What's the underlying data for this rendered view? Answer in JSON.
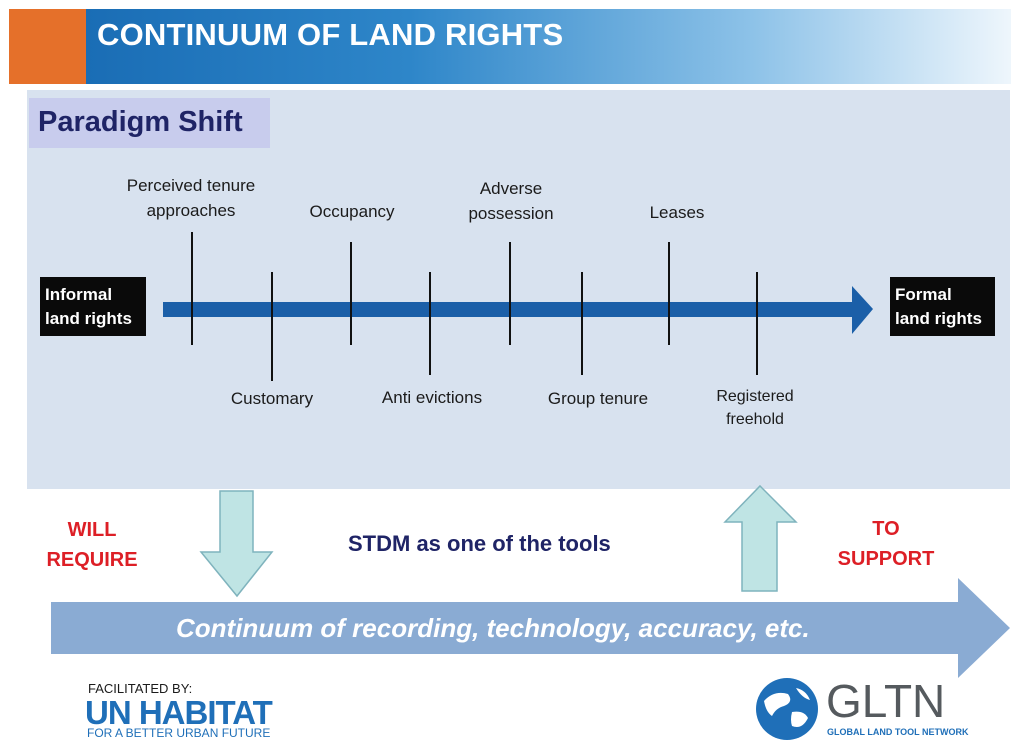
{
  "header": {
    "title": "CONTINUUM OF LAND RIGHTS"
  },
  "panel": {
    "heading": "Paradigm Shift"
  },
  "continuum": {
    "start": [
      "Informal",
      "land rights"
    ],
    "end": [
      "Formal",
      "land rights"
    ],
    "above_labels": [
      [
        "Perceived tenure",
        "approaches"
      ],
      [
        "Occupancy"
      ],
      [
        "Adverse",
        "possession"
      ],
      [
        "Leases"
      ]
    ],
    "below_labels": [
      [
        "Customary"
      ],
      [
        "Anti evictions"
      ],
      [
        "Group tenure"
      ],
      [
        "Registered",
        "freehold"
      ]
    ]
  },
  "bottom": {
    "left_note": [
      "WILL",
      "REQUIRE"
    ],
    "right_note": [
      "TO",
      "SUPPORT"
    ],
    "center_note": "STDM as one of the  tools",
    "band_text": "Continuum of recording, technology, accuracy, etc."
  },
  "footer": {
    "facilitated_label": "FACILITATED BY:",
    "left_logo_text": "UN HABITAT",
    "left_logo_tagline": "FOR A BETTER URBAN FUTURE",
    "right_logo_text": "GLTN",
    "right_logo_tagline": "GLOBAL LAND TOOL NETWORK"
  },
  "colors": {
    "title_bar": "#1a6db5",
    "accent_orange": "#e5702a",
    "main_arrow": "#1b5fa8",
    "panel_bg": "#d8e2ef",
    "red_text": "#dd1f26",
    "band_arrow": "#8aabd3",
    "small_arrows": "#bfe4e4"
  }
}
